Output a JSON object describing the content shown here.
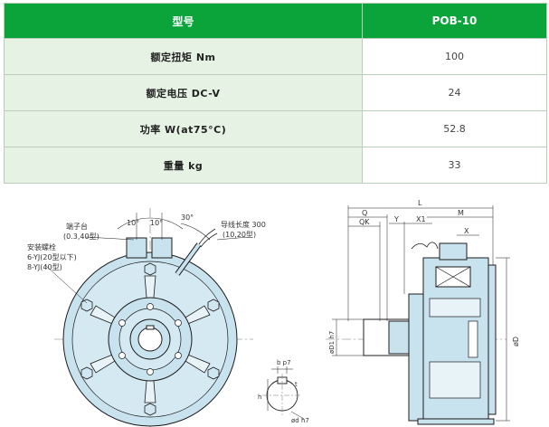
{
  "table": {
    "header": {
      "label": "型号",
      "value": "POB-10"
    },
    "rows": [
      {
        "label": "额定扭矩 Nm",
        "value": "100"
      },
      {
        "label": "额定电压 DC-V",
        "value": "24"
      },
      {
        "label": "功率 W(at75°C)",
        "value": "52.8"
      },
      {
        "label": "重量 kg",
        "value": "33"
      }
    ]
  },
  "drawing": {
    "front": {
      "terminal_label": "端子台",
      "terminal_sub": "(0.3,40型)",
      "bolt_label": "安装螺栓",
      "bolt_line1": "6-YJ(20型以下)",
      "bolt_line2": "8-YJ(40型)",
      "angle_a": "10°",
      "angle_b": "10°",
      "angle_c": "30°",
      "lead_label": "导线长度 300",
      "lead_sub": "(10,20型)"
    },
    "key": {
      "b": "b p7",
      "d": "ød h7",
      "h": "h",
      "t": "t"
    },
    "side": {
      "L": "L",
      "Q": "Q",
      "QK": "QK",
      "Y": "Y",
      "X1": "X1",
      "M": "M",
      "X": "X",
      "D1": "øD1 h7",
      "D": "øD"
    }
  },
  "colors": {
    "header_bg": "#0aa43a",
    "label_bg": "#e6f2e4",
    "drawing_fill": "#c8e2ee",
    "drawing_stroke": "#1c1c1c"
  }
}
